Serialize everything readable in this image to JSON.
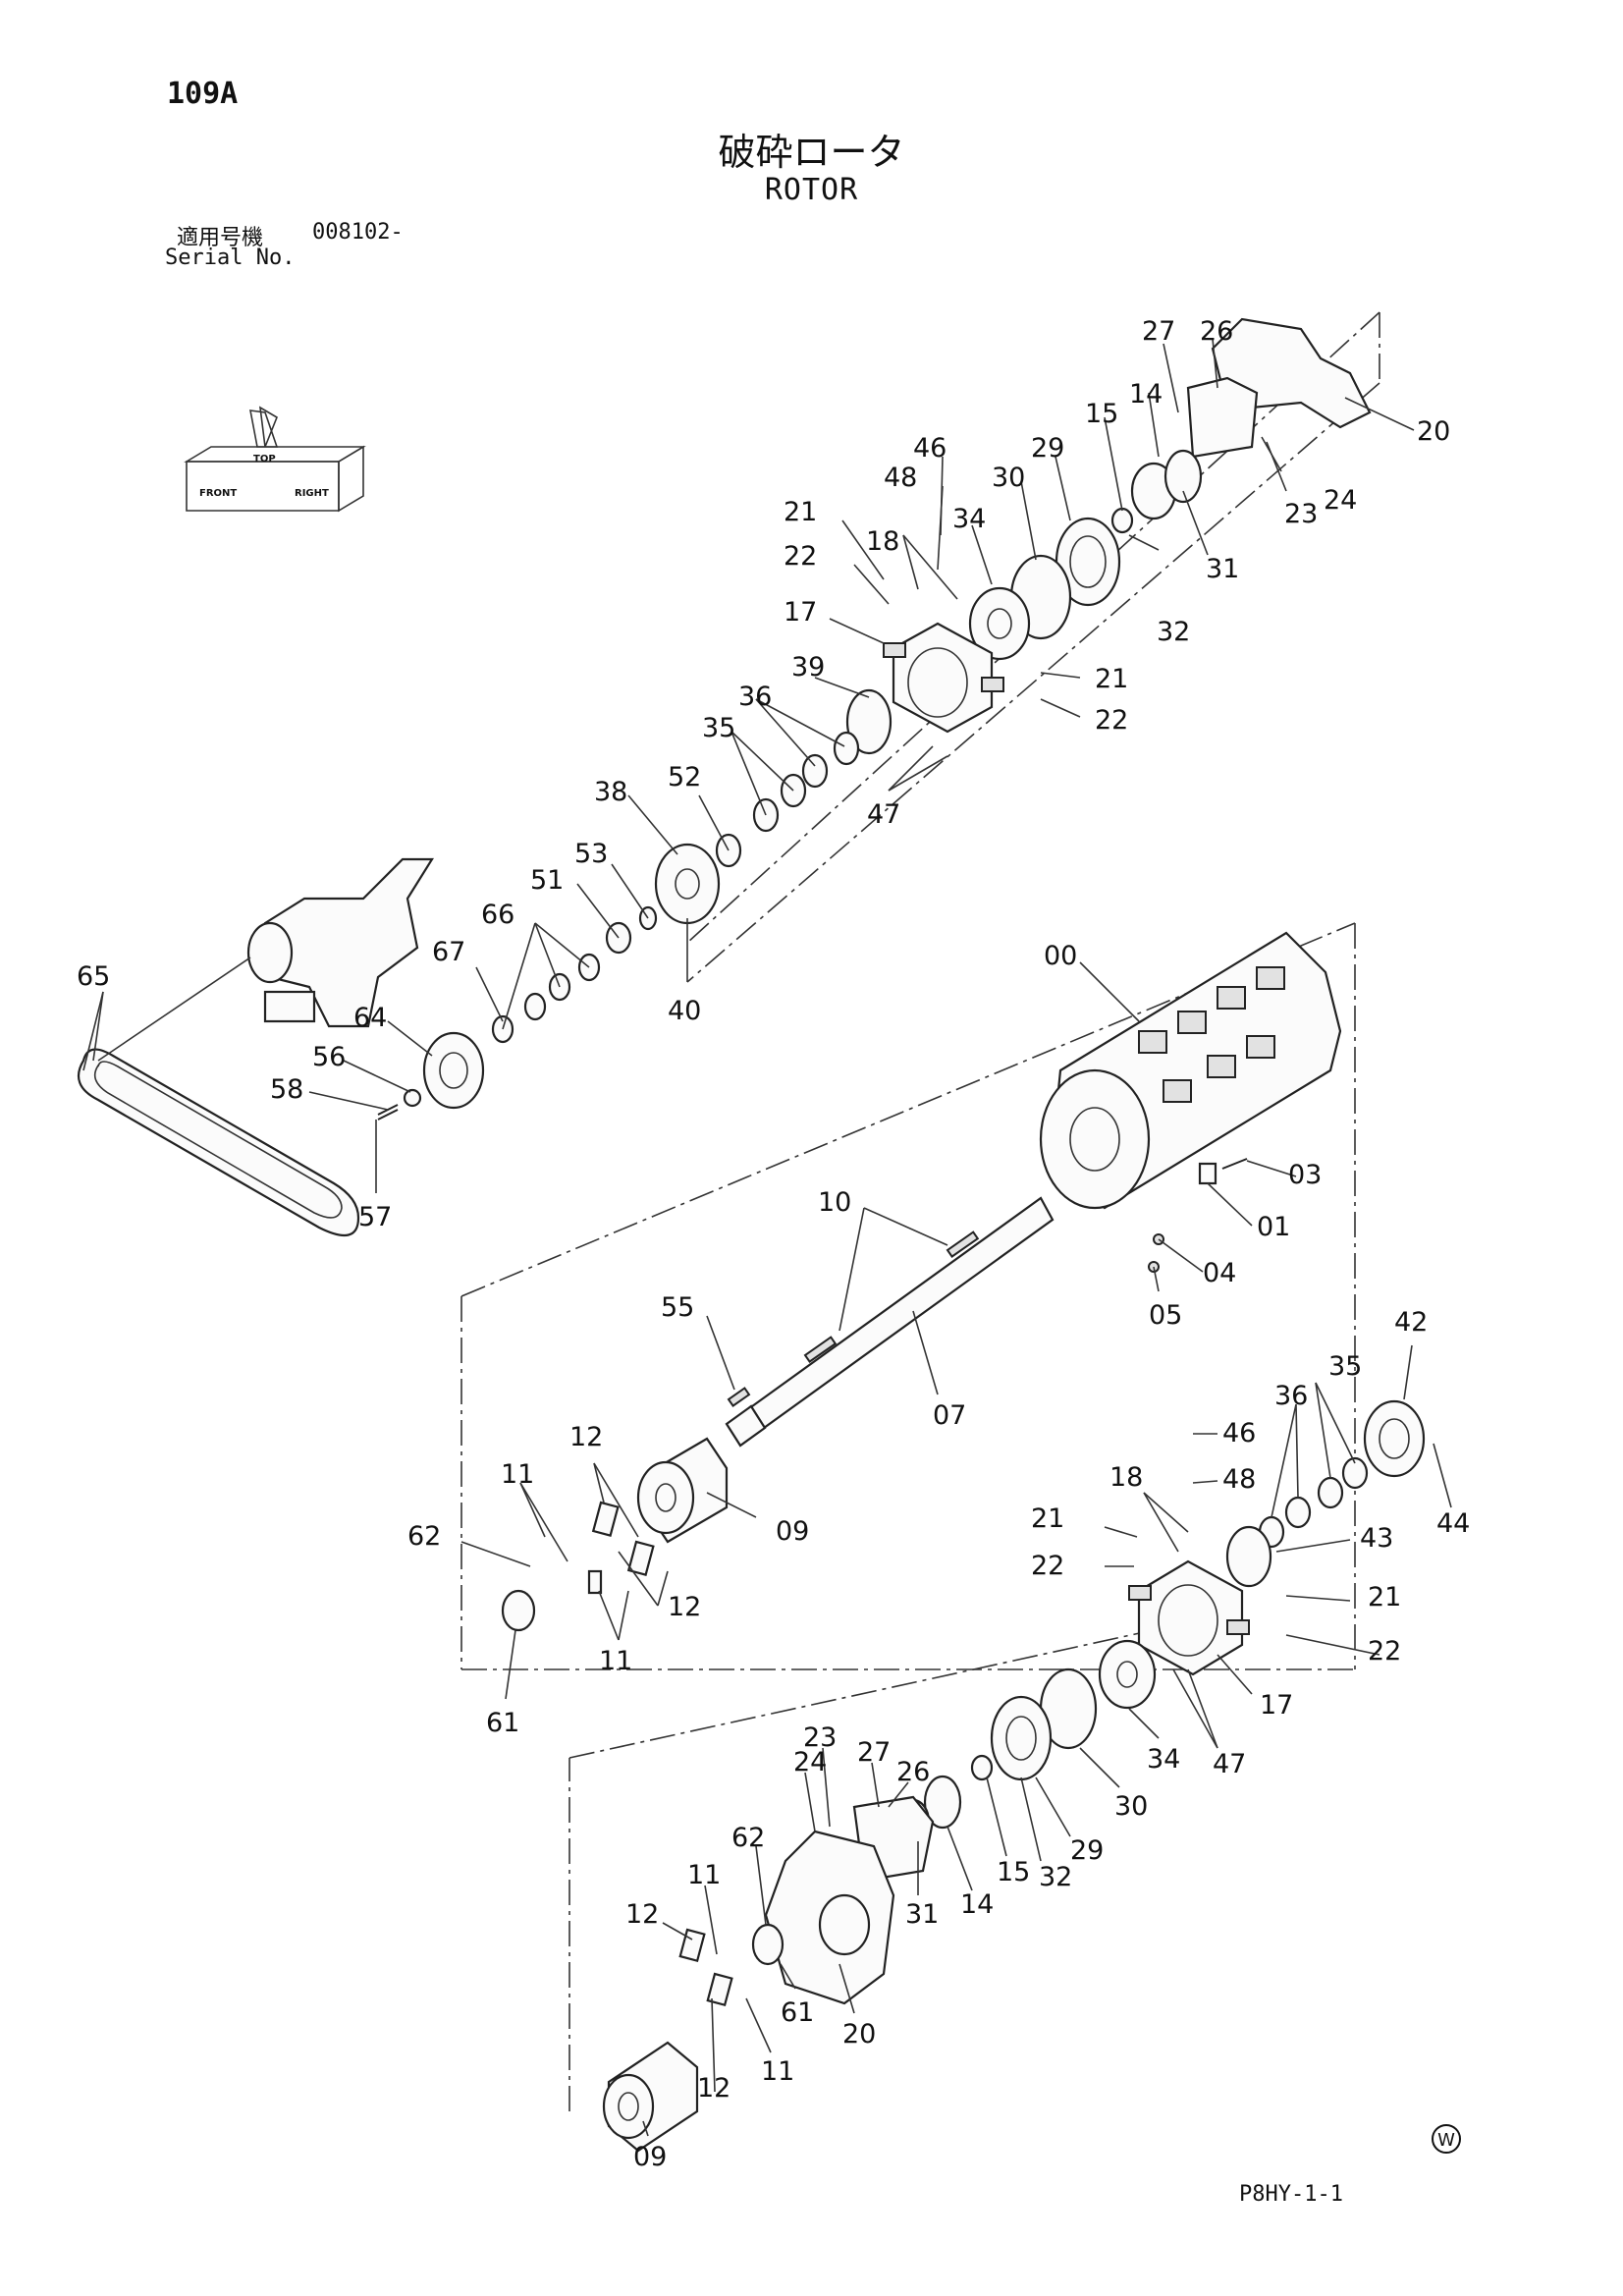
{
  "header": {
    "page_number": "109A",
    "title_jp": "破砕ロータ",
    "title_en": "ROTOR",
    "serial_label_jp": "適用号機",
    "serial_value": "008102-",
    "serial_label_en": "Serial No."
  },
  "orientation": {
    "top": "TOP",
    "front": "FRONT",
    "right": "RIGHT"
  },
  "callouts": {
    "c27a": "27",
    "c26a": "26",
    "c20a": "20",
    "c14a": "14",
    "c15a": "15",
    "c24a": "24",
    "c23a": "23",
    "c46a": "46",
    "c29a": "29",
    "c48a": "48",
    "c30a": "30",
    "c31a": "31",
    "c21a": "21",
    "c34a": "34",
    "c18a": "18",
    "c32a": "32",
    "c22a": "22",
    "c17a": "17",
    "c39a": "39",
    "c21b": "21",
    "c22b": "22",
    "c36a": "36",
    "c35a": "35",
    "c47a": "47",
    "c38a": "38",
    "c52a": "52",
    "c53a": "53",
    "c51a": "51",
    "c66a": "66",
    "c67a": "67",
    "c40a": "40",
    "c65a": "65",
    "c64a": "64",
    "c56a": "56",
    "c58a": "58",
    "c57a": "57",
    "c00a": "00",
    "c03a": "03",
    "c01a": "01",
    "c10a": "10",
    "c04a": "04",
    "c05a": "05",
    "c55a": "55",
    "c07a": "07",
    "c42a": "42",
    "c35b": "35",
    "c36b": "36",
    "c46b": "46",
    "c12a": "12",
    "c18b": "18",
    "c48b": "48",
    "c11a": "11",
    "c09a": "09",
    "c44a": "44",
    "c21c": "21",
    "c43a": "43",
    "c62a": "62",
    "c22c": "22",
    "c21d": "21",
    "c12b": "12",
    "c22d": "22",
    "c11b": "11",
    "c17b": "17",
    "c61a": "61",
    "c34b": "34",
    "c47b": "47",
    "c30b": "30",
    "c23b": "23",
    "c27b": "27",
    "c29b": "29",
    "c24b": "24",
    "c26b": "26",
    "c32b": "32",
    "c62b": "62",
    "c15b": "15",
    "c31b": "31",
    "c14b": "14",
    "c11c": "11",
    "c12c": "12",
    "c61b": "61",
    "c20b": "20",
    "c11d": "11",
    "c12d": "12",
    "c09b": "09"
  },
  "footer": {
    "drawing_code": "P8HY-1-1",
    "mark": "W"
  }
}
